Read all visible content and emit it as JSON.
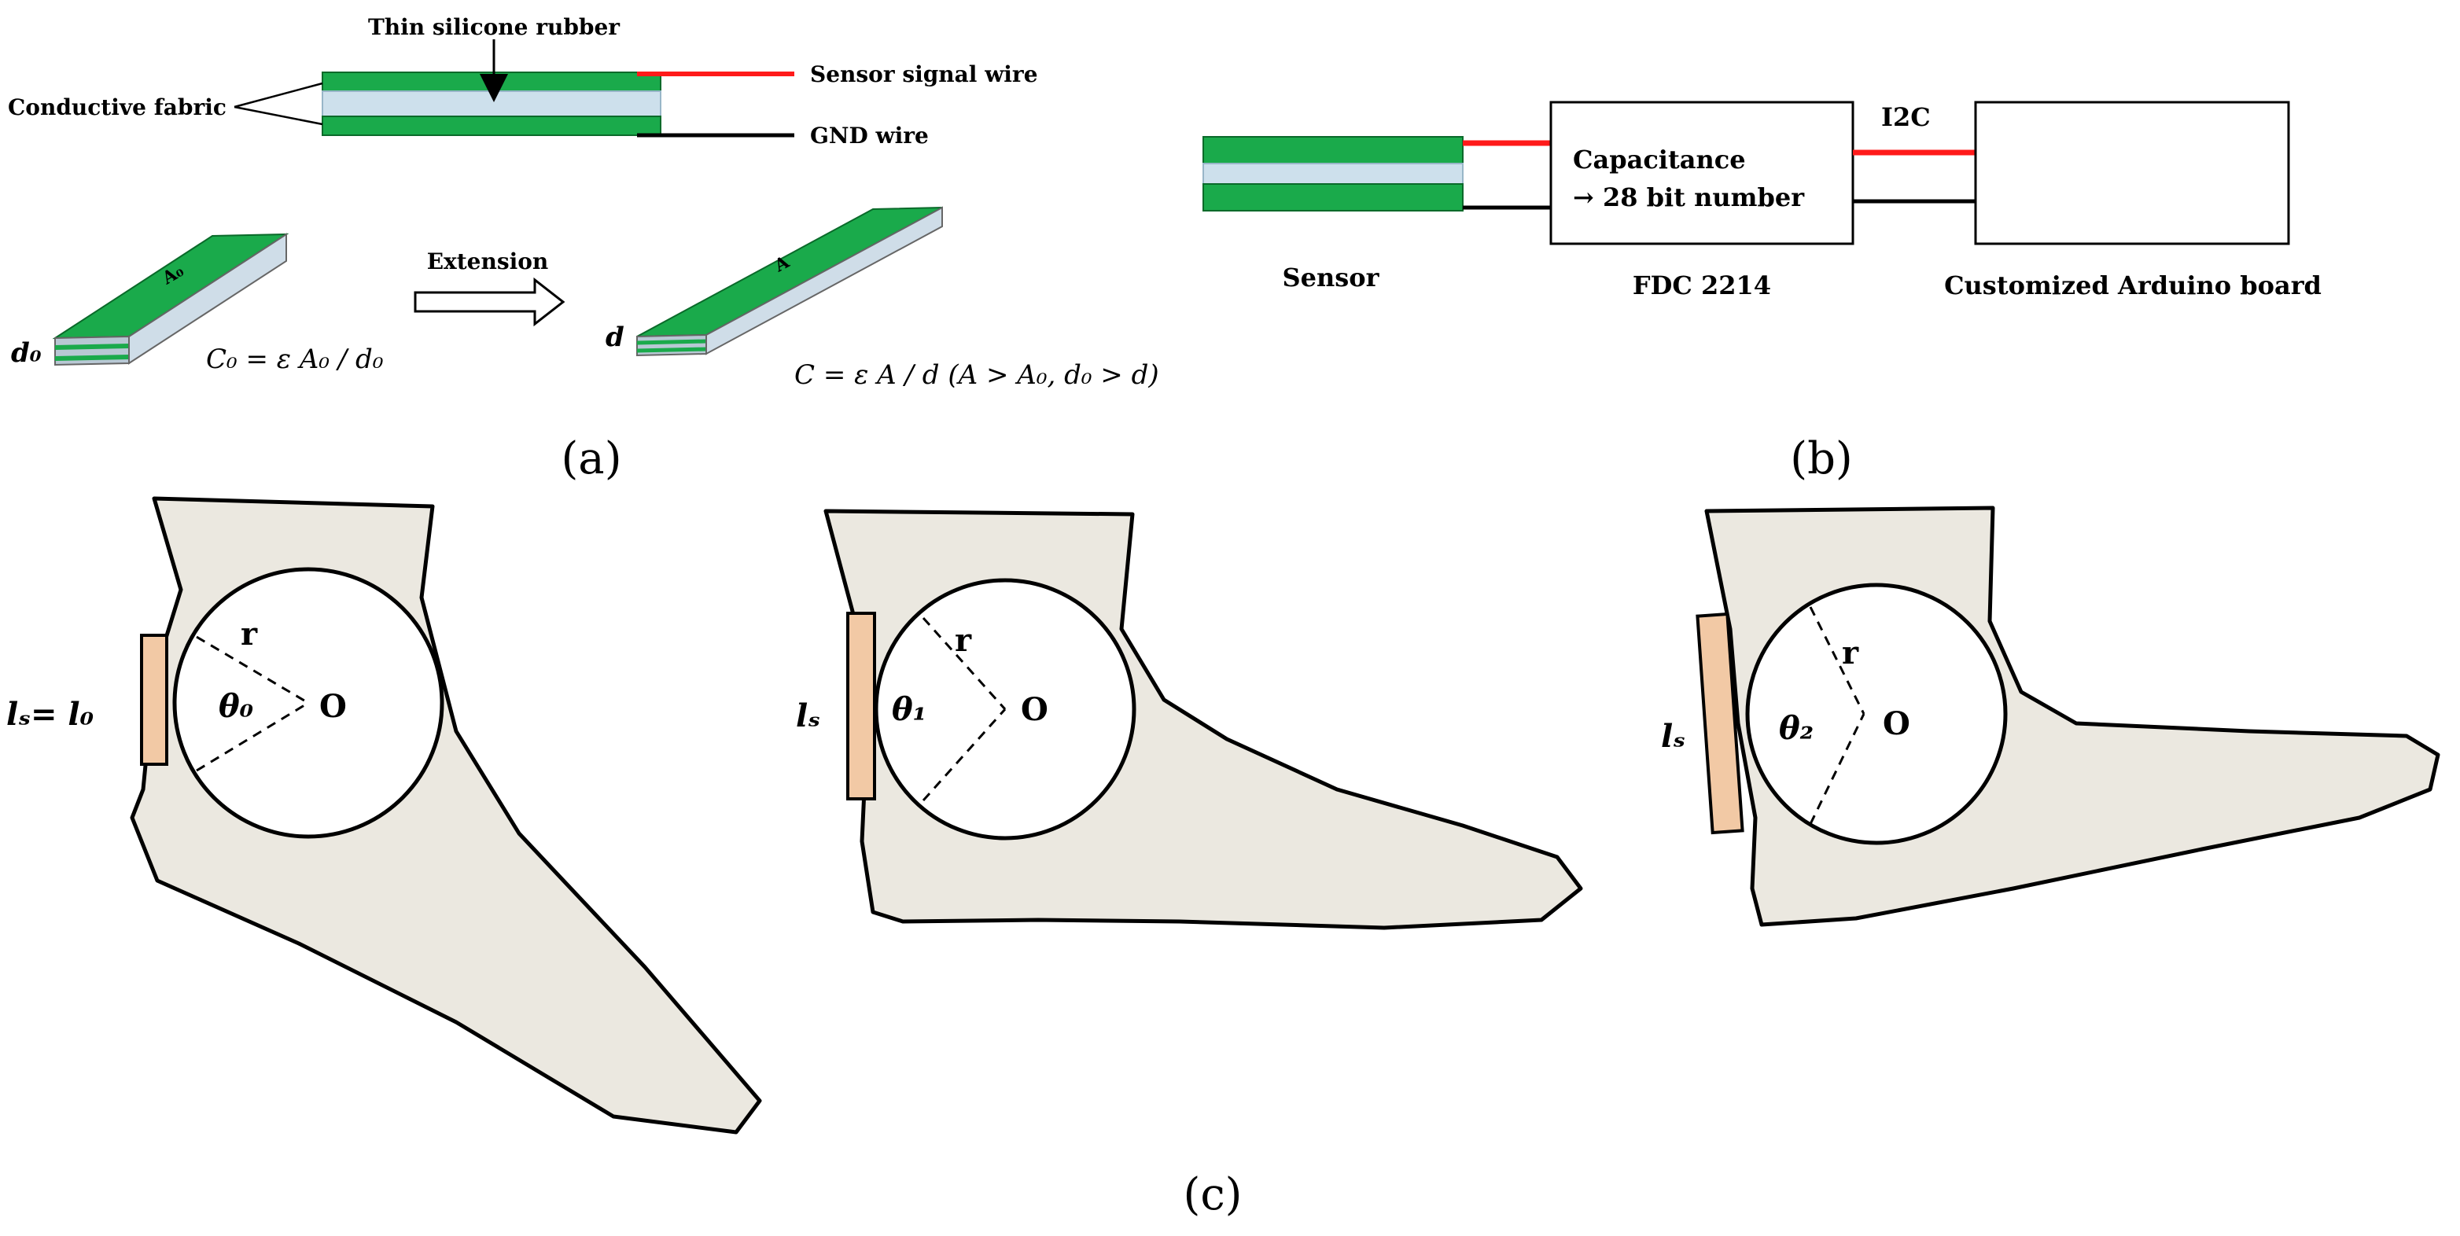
{
  "colors": {
    "fabric_green": "#1aaa4b",
    "silicone_blue": "#cde0ec",
    "signal_wire": "#ff1a1a",
    "gnd_wire": "#000000",
    "foot_fill": "#ebe8e0",
    "sensor_pad": "#f2c9a5"
  },
  "panel_a": {
    "label": "(a)",
    "thin_silicone_rubber": "Thin silicone rubber",
    "conductive_fabric": "Conductive fabric",
    "sensor_signal_wire": "Sensor signal wire",
    "gnd_wire": "GND wire",
    "extension": "Extension",
    "area_label_initial": "A₀",
    "area_label_stretched": "A",
    "thickness_initial": "d₀",
    "thickness_stretched": "d",
    "formula_initial": "C₀ = ε A₀ / d₀",
    "formula_stretched": "C = ε A / d  (A > A₀, d₀ > d)"
  },
  "panel_b": {
    "label": "(b)",
    "sensor": "Sensor",
    "chip_line1": "Capacitance",
    "chip_line2": "→ 28 bit number",
    "chip_name": "FDC 2214",
    "bus": "I2C",
    "board": "Customized Arduino board"
  },
  "panel_c": {
    "label": "(c)",
    "feet": [
      {
        "sensor_length": "lₛ= l₀",
        "angle": "θ₀",
        "radius": "r",
        "center": "O"
      },
      {
        "sensor_length": "lₛ",
        "angle": "θ₁",
        "radius": "r",
        "center": "O"
      },
      {
        "sensor_length": "lₛ",
        "angle": "θ₂",
        "radius": "r",
        "center": "O"
      }
    ]
  }
}
